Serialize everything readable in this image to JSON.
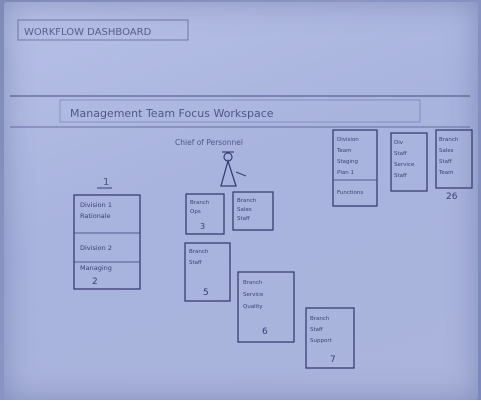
{
  "photo": {
    "header_label": "WORKFLOW DASHBOARD",
    "banner_title": "Management Team Focus Workspace",
    "subtitle": "Chief of Personnel",
    "group_labels": {
      "left_number": "1",
      "top_right_number": "26"
    },
    "cards": [
      {
        "id": "left-card-a",
        "lines": [
          "Division 1",
          "Rationale"
        ],
        "number": ""
      },
      {
        "id": "left-card-b",
        "lines": [
          "Division 2",
          "Managing"
        ],
        "number": "2"
      },
      {
        "id": "mid-card-1",
        "lines": [
          "Branch",
          "Ops"
        ],
        "number": "3"
      },
      {
        "id": "mid-card-2",
        "lines": [
          "Branch",
          "Sales",
          "Staff"
        ],
        "number": ""
      },
      {
        "id": "mid-card-3",
        "lines": [
          "Branch",
          "Staff"
        ],
        "number": "5"
      },
      {
        "id": "mid-card-4",
        "lines": [
          "Branch",
          "Service",
          "Quality"
        ],
        "number": "6"
      },
      {
        "id": "bottom-card",
        "lines": [
          "Branch",
          "Staff",
          "Support"
        ],
        "number": "7"
      },
      {
        "id": "right-card-1",
        "lines": [
          "Division",
          "Team",
          "Staging",
          "Plan 1",
          "Functions"
        ],
        "number": ""
      },
      {
        "id": "right-card-2",
        "lines": [
          "Div",
          "Staff",
          "Service",
          "Staff"
        ],
        "number": ""
      },
      {
        "id": "right-card-3",
        "lines": [
          "Branch",
          "Sales",
          "Staff",
          "Team"
        ],
        "number": ""
      }
    ]
  }
}
